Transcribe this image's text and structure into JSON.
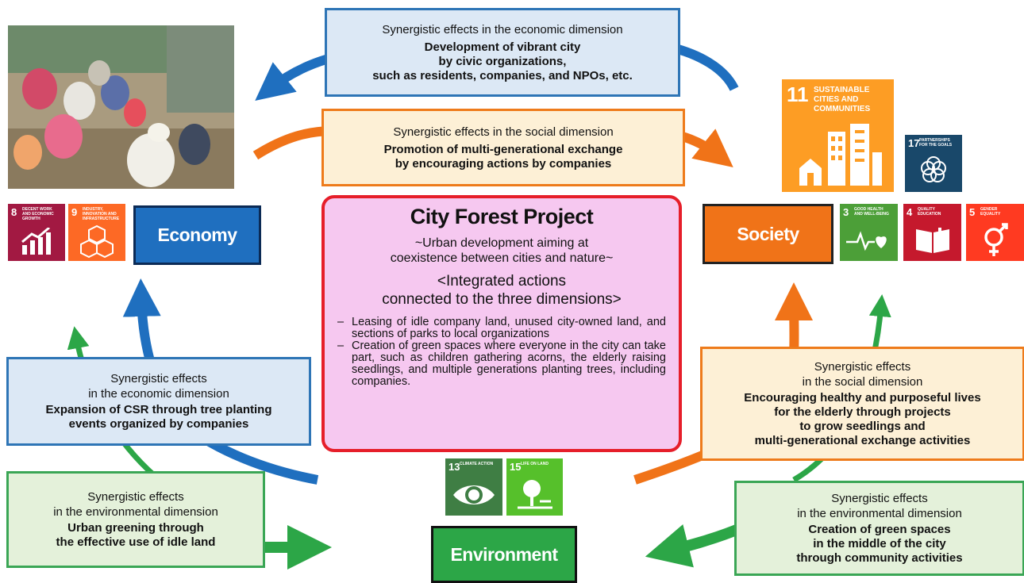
{
  "colors": {
    "economy_blue": "#1f6fbf",
    "social_orange": "#f07318",
    "environment_green": "#2ca647",
    "project_border": "#e61e2a",
    "project_fill": "#f6c8f0"
  },
  "top_economic": {
    "heading": "Synergistic effects in the economic dimension",
    "body": "Development of vibrant city\nby civic organizations,\nsuch as residents, companies, and NPOs, etc."
  },
  "top_social": {
    "heading": "Synergistic effects in the social dimension",
    "body": "Promotion of multi-generational exchange\nby encouraging actions by companies"
  },
  "center": {
    "title": "City Forest Project",
    "subtitle_line1": "~Urban development aiming at",
    "subtitle_line2": "coexistence between cities and nature~",
    "integrated_line1": "<Integrated actions",
    "integrated_line2": "connected to the three dimensions>",
    "bullets": [
      "Leasing of idle company land, unused city-owned land, and sections of parks to local organizations",
      "Creation of green spaces where everyone in the city can take part, such as children gathering acorns, the elderly raising seedlings, and multiple generations planting trees, including companies."
    ]
  },
  "labels": {
    "economy": "Economy",
    "society": "Society",
    "environment": "Environment"
  },
  "left_economic": {
    "heading_line1": "Synergistic effects",
    "heading_line2": "in the economic dimension",
    "body": "Expansion of CSR through tree planting\nevents organized by companies"
  },
  "left_environmental": {
    "heading_line1": "Synergistic effects",
    "heading_line2": "in the environmental dimension",
    "body": "Urban greening through\nthe effective use of idle land"
  },
  "right_social": {
    "heading_line1": "Synergistic effects",
    "heading_line2": "in the social dimension",
    "body": "Encouraging healthy and purposeful lives\nfor the elderly through projects\nto grow seedlings and\nmulti-generational exchange activities"
  },
  "right_environmental": {
    "heading_line1": "Synergistic effects",
    "heading_line2": "in the environmental dimension",
    "body": "Creation of green spaces\nin the middle of the city\nthrough community activities"
  },
  "sdg_icons": {
    "sdg8": {
      "num": "8",
      "text": "DECENT WORK AND ECONOMIC GROWTH",
      "color": "#a21942",
      "icon": "growth-chart-icon"
    },
    "sdg9": {
      "num": "9",
      "text": "INDUSTRY, INNOVATION AND INFRASTRUCTURE",
      "color": "#fd6925",
      "icon": "cubes-icon"
    },
    "sdg11": {
      "num": "11",
      "text": "SUSTAINABLE CITIES AND COMMUNITIES",
      "color": "#fd9d24",
      "icon": "city-buildings-icon"
    },
    "sdg17": {
      "num": "17",
      "text": "PARTNERSHIPS FOR THE GOALS",
      "color": "#19486a",
      "icon": "flower-rings-icon"
    },
    "sdg3": {
      "num": "3",
      "text": "GOOD HEALTH AND WELL-BEING",
      "color": "#4c9f38",
      "icon": "heartbeat-icon"
    },
    "sdg4": {
      "num": "4",
      "text": "QUALITY EDUCATION",
      "color": "#c5192d",
      "icon": "book-icon"
    },
    "sdg5": {
      "num": "5",
      "text": "GENDER EQUALITY",
      "color": "#ff3a21",
      "icon": "gender-icon"
    },
    "sdg13": {
      "num": "13",
      "text": "CLIMATE ACTION",
      "color": "#3f7e44",
      "icon": "earth-eye-icon"
    },
    "sdg15": {
      "num": "15",
      "text": "LIFE ON LAND",
      "color": "#56c02b",
      "icon": "tree-icon"
    }
  }
}
